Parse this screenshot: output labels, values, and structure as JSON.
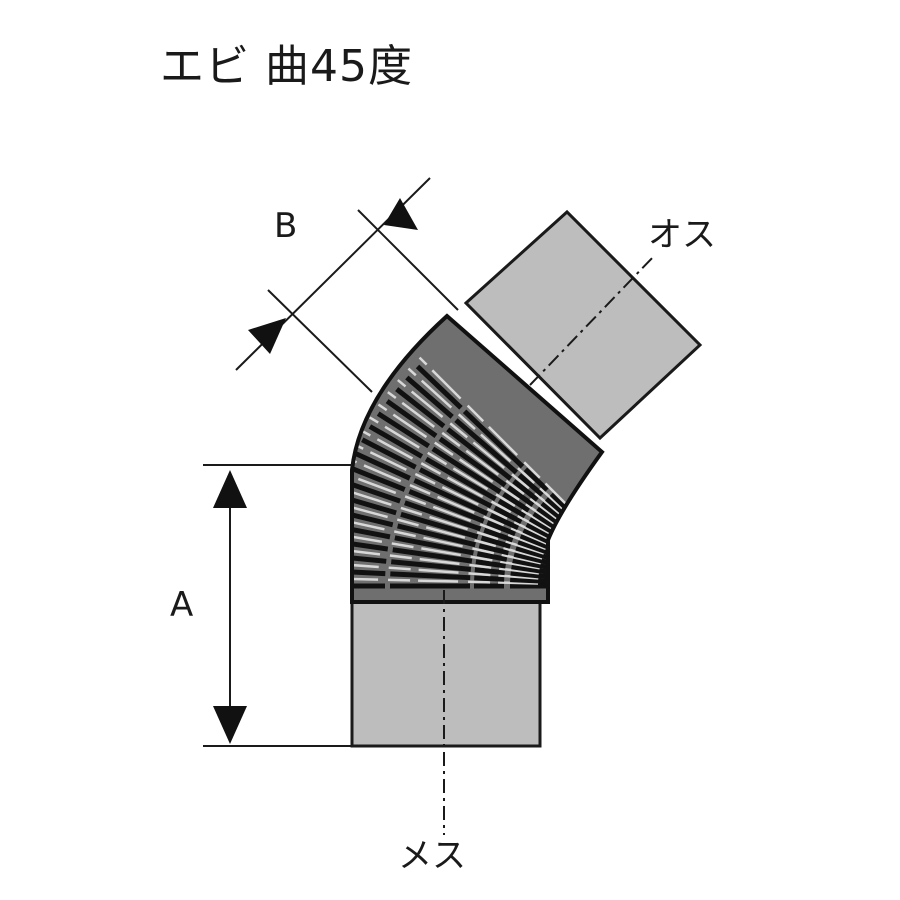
{
  "title": "エビ 曲45度",
  "labels": {
    "dimension_a": "A",
    "dimension_b": "B",
    "male_end": "オス",
    "female_end": "メス"
  },
  "colors": {
    "pipe_fill": "#bdbdbd",
    "pipe_stroke": "#1a1a1a",
    "bellows_fill": "#6f6f6f",
    "bellows_dark": "#111111",
    "bellows_light": "#d8d8d8",
    "line": "#1a1a1a",
    "background": "#ffffff"
  }
}
